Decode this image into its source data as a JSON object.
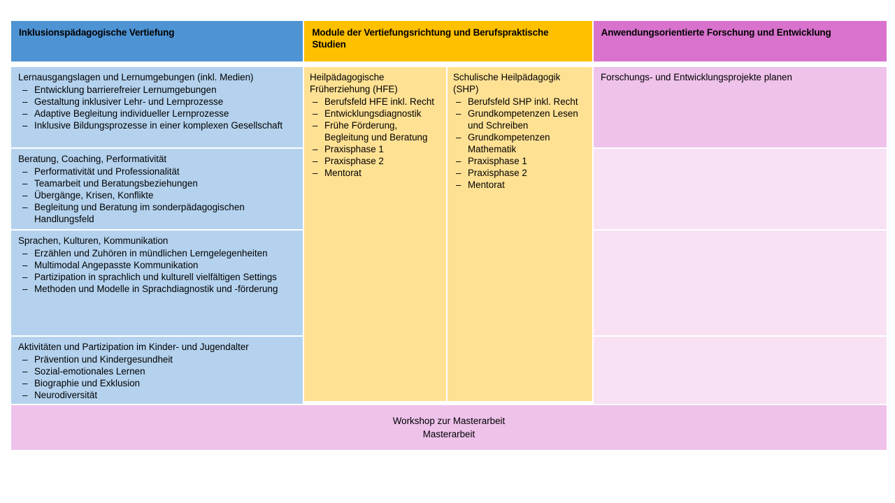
{
  "columns": {
    "left": {
      "header": "Inklusionspädagogische Vertiefung",
      "header_color": "#4e93d4",
      "cell_color": "#b4d2ee",
      "cells": [
        {
          "title": "Lernausgangslagen und Lernumgebungen (inkl. Medien)",
          "items": [
            "Entwicklung barrierefreier Lernumgebungen",
            "Gestaltung inklusiver Lehr- und Lernprozesse",
            "Adaptive Begleitung individueller Lernprozesse",
            "Inklusive Bildungsprozesse in einer komplexen Gesellschaft"
          ]
        },
        {
          "title": "Beratung, Coaching, Performativität",
          "items": [
            "Performativität und Professionalität",
            "Teamarbeit und Beratungsbeziehungen",
            "Übergänge, Krisen, Konflikte",
            "Begleitung und Beratung im sonderpädagogischen Handlungsfeld"
          ]
        },
        {
          "title": "Sprachen, Kulturen, Kommunikation",
          "items": [
            "Erzählen und Zuhören in mündlichen Lerngelegenheiten",
            "Multimodal Angepasste Kommunikation",
            "Partizipation in sprachlich und kulturell vielfältigen Settings",
            "Methoden und Modelle in Sprachdiagnostik und -förderung"
          ]
        },
        {
          "title": "Aktivitäten und Partizipation im Kinder- und Jugendalter",
          "items": [
            "Prävention und Kindergesundheit",
            "Sozial-emotionales Lernen",
            "Biographie und Exklusion",
            "Neurodiversität"
          ]
        }
      ]
    },
    "middle": {
      "header": "Module der Vertiefungsrichtung und Berufspraktische Studien",
      "header_color": "#ffc000",
      "cell_color": "#ffe194",
      "subcolumns": [
        {
          "title": "Heilpädagogische Früherziehung (HFE)",
          "items": [
            "Berufsfeld HFE inkl. Recht",
            "Entwicklungsdiagnostik",
            "Frühe Förderung, Begleitung und Beratung",
            "Praxisphase 1",
            "Praxisphase 2",
            "Mentorat"
          ]
        },
        {
          "title": "Schulische Heilpädagogik (SHP)",
          "items": [
            "Berufsfeld SHP inkl. Recht",
            "Grundkompetenzen Lesen und Schreiben",
            "Grundkompetenzen Mathematik",
            "Praxisphase 1",
            "Praxisphase 2",
            "Mentorat"
          ]
        }
      ]
    },
    "right": {
      "header": "Anwendungsorientierte Forschung und Entwicklung",
      "header_color": "#d872cd",
      "cell_color_filled": "#eec2ea",
      "cell_color_empty": "#f7e1f3",
      "cells": [
        {
          "title": "Forschungs- und Entwicklungsprojekte planen"
        },
        {
          "title": ""
        },
        {
          "title": ""
        },
        {
          "title": ""
        }
      ]
    }
  },
  "footer": {
    "color": "#eec2ea",
    "line1": "Workshop zur Masterarbeit",
    "line2": "Masterarbeit"
  }
}
